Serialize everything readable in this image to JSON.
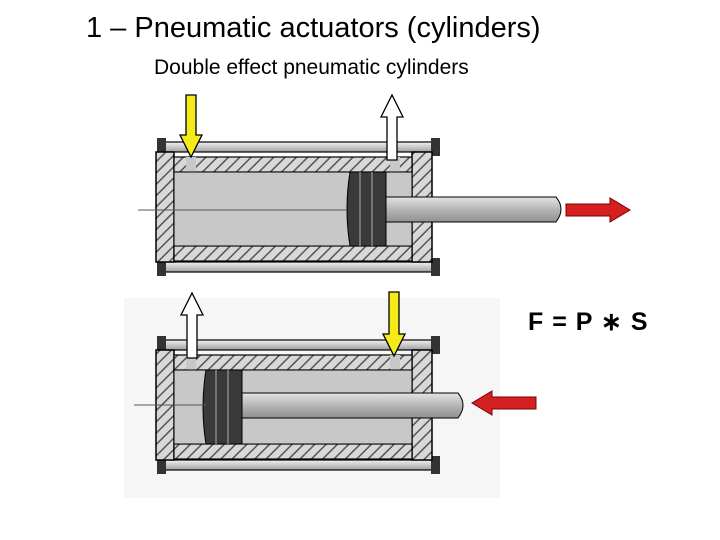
{
  "slide": {
    "title": "1 – Pneumatic actuators (cylinders)",
    "subtitle": "Double effect pneumatic cylinders",
    "formula": "F = P ∗ S"
  },
  "colors": {
    "supply_arrow": "#f5ea1a",
    "exhaust_arrow": "#ffffff",
    "force_arrow": "#d42020",
    "cylinder_body": "#c8c8c8",
    "piston": "#3a3a3a",
    "rod": "#b8b8b8",
    "wall_hatch": "#555555"
  },
  "cylinders": [
    {
      "name": "extending",
      "supply_port": "left",
      "exhaust_port": "right",
      "rod_motion": "out"
    },
    {
      "name": "retracting",
      "supply_port": "right",
      "exhaust_port": "left",
      "rod_motion": "in"
    }
  ]
}
